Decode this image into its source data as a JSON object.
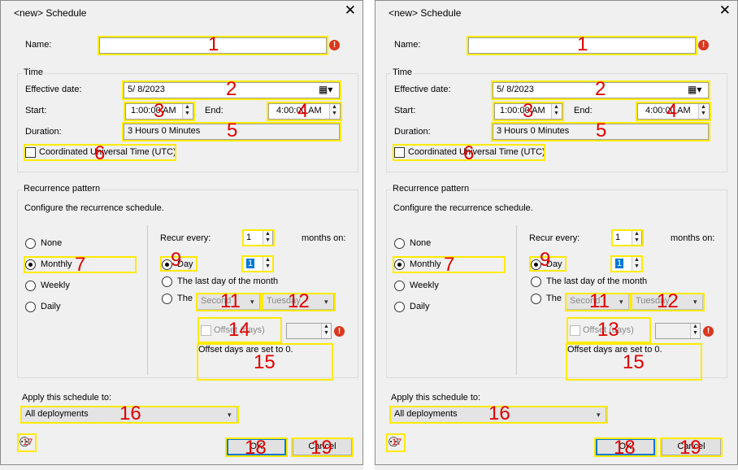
{
  "dialogs": [
    {
      "title": "<new> Schedule",
      "name": {
        "label": "Name:",
        "value": ""
      },
      "time": {
        "group_label": "Time",
        "effective_date_label": "Effective date:",
        "effective_date": "5/  8/2023",
        "start_label": "Start:",
        "start": "1:00:00 AM",
        "end_label": "End:",
        "end": "4:00:00 AM",
        "duration_label": "Duration:",
        "duration": "3 Hours 0 Minutes",
        "utc_label": "Coordinated Universal Time (UTC)"
      },
      "recurrence": {
        "group_label": "Recurrence pattern",
        "description": "Configure the recurrence schedule.",
        "options": [
          "None",
          "Monthly",
          "Weekly",
          "Daily"
        ],
        "selected": "Monthly",
        "recur_every_label": "Recur every:",
        "recur_every_value": "1",
        "months_on_label": "months on:",
        "day_label": "Day",
        "day_value": "1",
        "last_day_label": "The last day of the month",
        "the_label": "The",
        "week_ordinal": "Second",
        "weekday": "Tuesday",
        "offset_label": "Offset (days)",
        "offset_value": "",
        "offset_note": "Offset days are set to 0."
      },
      "apply": {
        "label": "Apply this schedule to:",
        "value": "All deployments"
      },
      "ok_label": "OK",
      "cancel_label": "Cancel",
      "callouts": [
        "1",
        "2",
        "3",
        "4",
        "5",
        "6",
        "7",
        "9",
        "11",
        "12",
        "14",
        "15",
        "16",
        "17",
        "18",
        "19"
      ]
    },
    {
      "title": "<new> Schedule",
      "name": {
        "label": "Name:",
        "value": ""
      },
      "time": {
        "group_label": "Time",
        "effective_date_label": "Effective date:",
        "effective_date": "5/  8/2023",
        "start_label": "Start:",
        "start": "1:00:00 AM",
        "end_label": "End:",
        "end": "4:00:00 AM",
        "duration_label": "Duration:",
        "duration": "3 Hours 0 Minutes",
        "utc_label": "Coordinated Universal Time (UTC)"
      },
      "recurrence": {
        "group_label": "Recurrence pattern",
        "description": "Configure the recurrence schedule.",
        "options": [
          "None",
          "Monthly",
          "Weekly",
          "Daily"
        ],
        "selected": "Monthly",
        "recur_every_label": "Recur every:",
        "recur_every_value": "1",
        "months_on_label": "months on:",
        "day_label": "Day",
        "day_value": "1",
        "last_day_label": "The last day of the month",
        "the_label": "The",
        "week_ordinal": "Second",
        "weekday": "Tuesday",
        "offset_label": "Offset (days)",
        "offset_value": "",
        "offset_note": "Offset days are set to 0."
      },
      "apply": {
        "label": "Apply this schedule to:",
        "value": "All deployments"
      },
      "ok_label": "OK",
      "cancel_label": "Cancel",
      "callouts": [
        "1",
        "2",
        "3",
        "4",
        "5",
        "6",
        "7",
        "9",
        "11",
        "12",
        "13",
        "15",
        "16",
        "17",
        "18",
        "19"
      ]
    }
  ],
  "icons": {
    "warning": "warning-icon",
    "calendar": "calendar-icon",
    "users": "users-icon",
    "close": "close-icon"
  },
  "colors": {
    "highlight": "#ffeb00",
    "callout": "#e00000",
    "default_button_border": "#0078d7",
    "warning": "#d9381e"
  }
}
